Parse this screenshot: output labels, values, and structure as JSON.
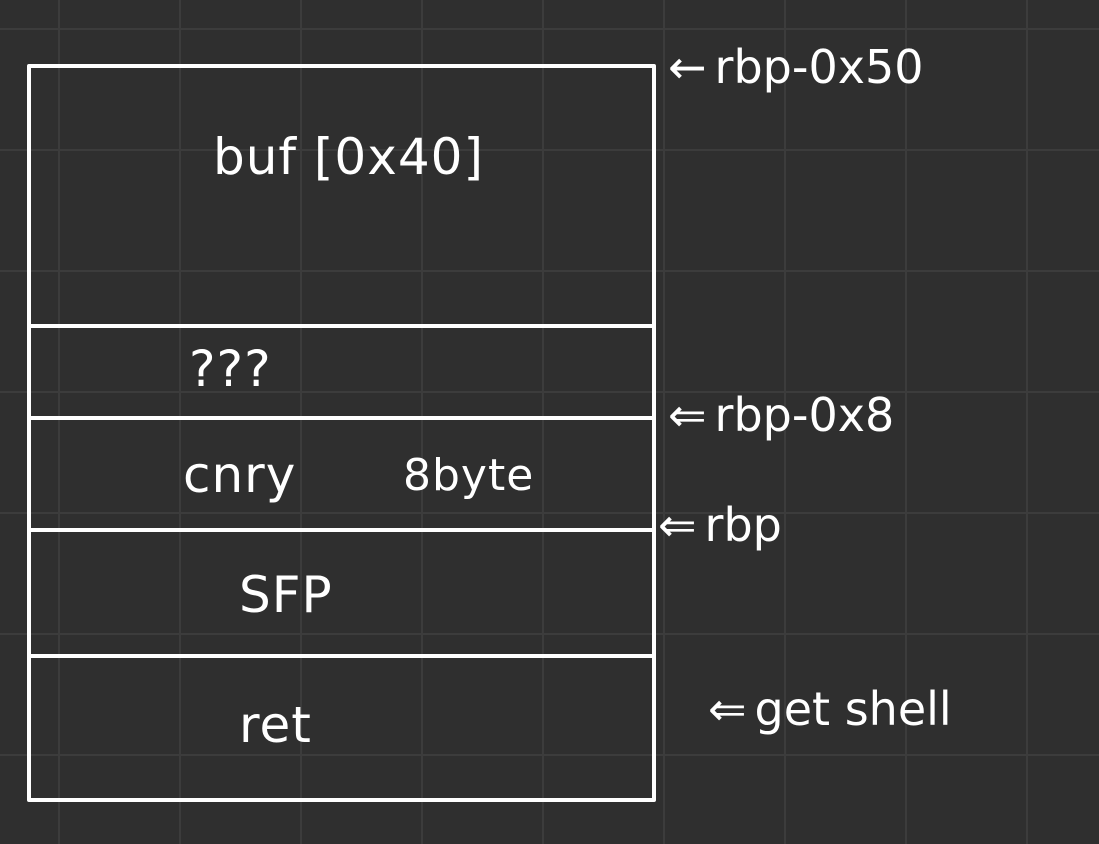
{
  "stack_frame": {
    "cells": [
      {
        "id": "buf",
        "label": "buf [0x40]"
      },
      {
        "id": "unknown",
        "label": "???"
      },
      {
        "id": "canary",
        "label": "cnry",
        "note": "8byte"
      },
      {
        "id": "sfp",
        "label": "SFP"
      },
      {
        "id": "ret",
        "label": "ret"
      }
    ]
  },
  "pointers": [
    {
      "id": "rbp-0x50",
      "arrow": "←",
      "text": "rbp-0x50"
    },
    {
      "id": "rbp-0x8",
      "arrow": "⇐",
      "text": "rbp-0x8"
    },
    {
      "id": "rbp",
      "arrow": "⇐",
      "text": "rbp"
    },
    {
      "id": "get-shell",
      "arrow": "⇐",
      "text": "get shell"
    }
  ],
  "colors": {
    "background": "#2f2f2f",
    "grid": "#3c3c3c",
    "ink": "#ffffff"
  }
}
